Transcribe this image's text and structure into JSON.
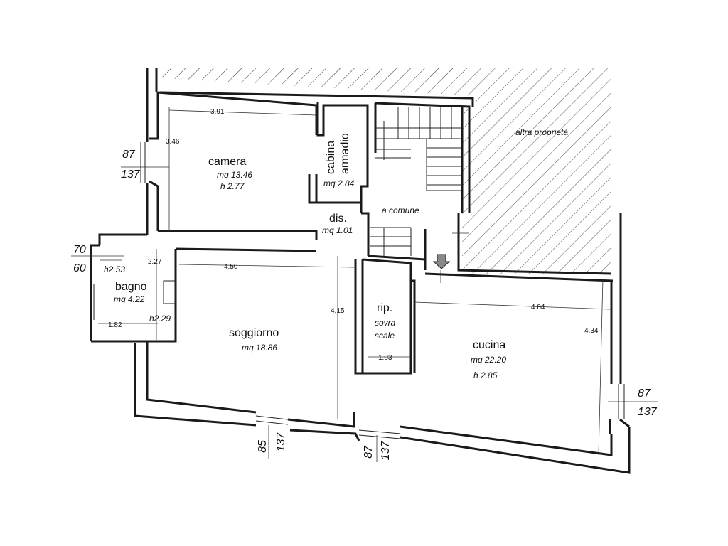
{
  "rooms": {
    "camera": {
      "name": "camera",
      "area": "mq 13.46",
      "height": "h 2.77",
      "dim_w": "3.91",
      "dim_h": "3.46"
    },
    "cabina": {
      "name1": "cabina",
      "name2": "armadio",
      "area": "mq 2.84"
    },
    "dis": {
      "name": "dis.",
      "area": "mq 1.01"
    },
    "bagno": {
      "name": "bagno",
      "area": "mq 4.22",
      "height": "h2.53",
      "height2": "h2.29",
      "dim_w": "1.82",
      "dim_h": "2.27"
    },
    "soggiorno": {
      "name": "soggiorno",
      "area": "mq 18.86",
      "dim_w": "4.50",
      "dim_h": "4.15"
    },
    "rip": {
      "name": "rip.",
      "sub1": "sovra",
      "sub2": "scale",
      "dim_w": "1.03"
    },
    "cucina": {
      "name": "cucina",
      "area": "mq 22.20",
      "height": "h 2.85",
      "dim_w": "4.84",
      "dim_h": "4.34"
    },
    "comune": {
      "name": "a comune"
    },
    "altra": {
      "name": "altra proprietà"
    }
  },
  "openings": {
    "camera_window": {
      "top": "87",
      "bottom": "137"
    },
    "bagno_window": {
      "top": "70",
      "bottom": "60"
    },
    "cucina_window": {
      "top": "87",
      "bottom": "137"
    },
    "soggiorno_window": {
      "top": "85",
      "bottom": "137"
    },
    "entrance": {
      "top": "87",
      "bottom": "137"
    }
  },
  "colors": {
    "wall": "#1a1a1a",
    "hatch": "#555555",
    "background": "#ffffff"
  }
}
